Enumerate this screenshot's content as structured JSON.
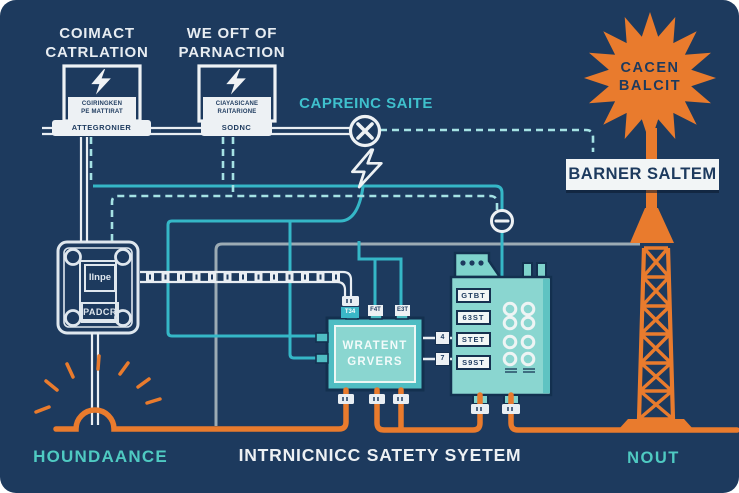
{
  "colors": {
    "background": "#1d3a5e",
    "teal_accent": "#3fc0cd",
    "teal_line": "#35b7c7",
    "teal_dashed": "#a5e2e4",
    "teal_panel": "#8ad6d0",
    "orange": "#e97b2d",
    "white_line": "#edf1f4",
    "navy_text": "#1d3a5e",
    "gray_line": "#9cabb4"
  },
  "headings": {
    "left_line1": "COIMACT",
    "left_line2": "CATRLATION",
    "right_line1": "WE OFT OF",
    "right_line2": "PARNACTION"
  },
  "supply_box_1": {
    "label_line1": "CGIRINGKEN",
    "label_line2": "PE MATTIRAT",
    "tag": "ATTEGRONIER"
  },
  "supply_box_2": {
    "label_line1": "CIAYASICANE",
    "label_line2": "RAITARIONE",
    "tag": "SODNC"
  },
  "line_label": "CAPREINC SAITE",
  "starburst": {
    "line1": "CACEN",
    "line2": "BALCIT"
  },
  "barrier_label": "BARNER SALTEM",
  "left_device": {
    "label_top": "Ilnpe",
    "label_bottom": "PADCR"
  },
  "middle_device": {
    "label_line1": "WRATENT",
    "label_line2": "GRVERS",
    "top_tag_1": "T34",
    "top_tag_2": "F4T",
    "top_tag_3": "E3T",
    "right_tag_1": "4",
    "right_tag_2": "7"
  },
  "right_device": {
    "labels": [
      "GTBT",
      "63ST",
      "STET",
      "S9ST"
    ]
  },
  "footer": {
    "left": "HOUNDAANCE",
    "center": "INTRNICNICC SATETY SYETEM",
    "right": "NOUT"
  }
}
